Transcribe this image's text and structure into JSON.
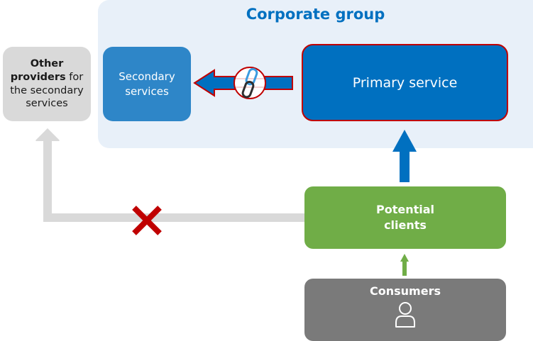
{
  "diagram": {
    "group": {
      "title": "Corporate group"
    },
    "nodes": {
      "other_providers": {
        "bold": "Other providers",
        "rest": " for the secondary services",
        "line1": "Other",
        "line2_bold": "providers",
        "line2_rest": " for",
        "line3": "the secondary",
        "line4": "services"
      },
      "secondary": {
        "line1": "Secondary",
        "line2": "services"
      },
      "primary": {
        "label": "Primary service"
      },
      "potential": {
        "line1": "Potential",
        "line2": "clients"
      },
      "consumers": {
        "label": "Consumers",
        "icon": "user-icon"
      }
    },
    "edges": [
      {
        "from": "consumers",
        "to": "potential_clients",
        "style": "green-arrow"
      },
      {
        "from": "potential_clients",
        "to": "primary_service",
        "style": "blue-arrow"
      },
      {
        "from": "primary_service",
        "to": "secondary_services",
        "style": "blue-arrow-red-outline",
        "icon": "link-icon"
      },
      {
        "from": "potential_clients",
        "to": "other_providers",
        "style": "gray-arrow",
        "blocked": true,
        "icon": "cross-icon"
      }
    ],
    "colors": {
      "group_bg": "#e8f0f9",
      "title": "#0070c0",
      "primary": "#0070c0",
      "secondary": "#2e86c8",
      "outline_red": "#c00000",
      "green": "#70ad47",
      "gray_box": "#d9d9d9",
      "consumers": "#7a7a7a",
      "blocked_x": "#c00000"
    }
  }
}
